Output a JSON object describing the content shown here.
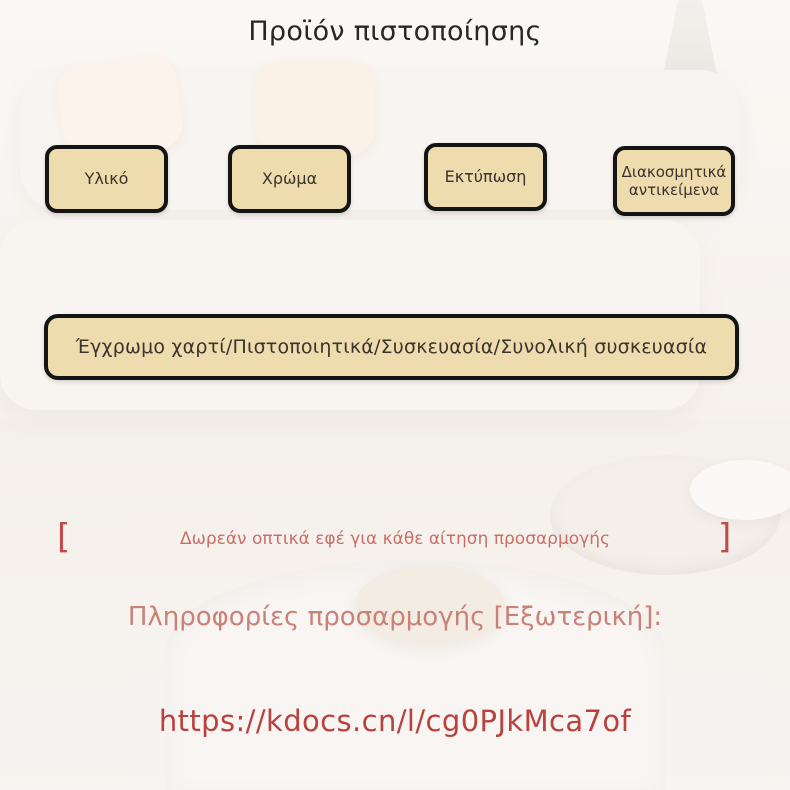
{
  "page": {
    "title": "Προϊόν πιστοποίησης"
  },
  "options": [
    {
      "label": "Υλικό"
    },
    {
      "label": "Χρώμα"
    },
    {
      "label": "Εκτύπωση"
    },
    {
      "label": "Διακοσμητικά αντικείμενα"
    }
  ],
  "product_types": {
    "label": "Έγχρωμο χαρτί/Πιστοποιητικά/Συσκευασία/Συνολική συσκευασία"
  },
  "notice": {
    "bracket_open": "[",
    "text": "Δωρεάν οπτικά εφέ για κάθε αίτηση προσαρμογής",
    "bracket_close": "]"
  },
  "customization": {
    "label": "Πληροφορίες προσαρμογής [Εξωτερική]:",
    "url": "https://kdocs.cn/l/cg0PJkMca7of"
  },
  "colors": {
    "pill_fill": "#eedcae",
    "pill_border": "#141414",
    "accent_red": "#b9413e",
    "soft_red": "#c98178"
  }
}
